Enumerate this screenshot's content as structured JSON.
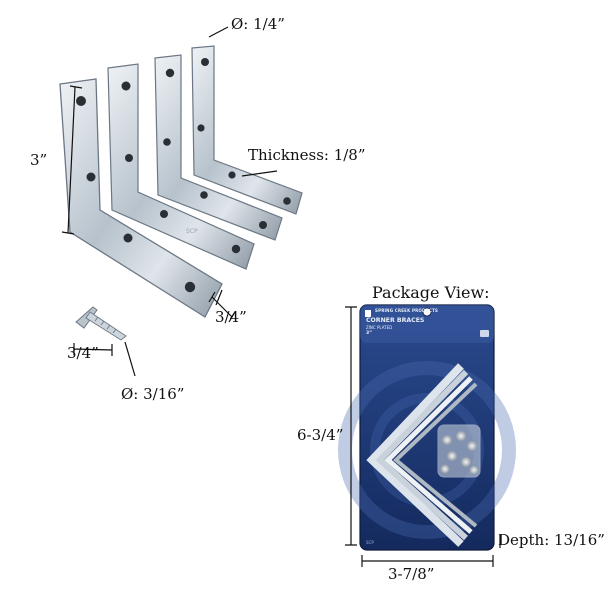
{
  "product_photo": {
    "dimensions": {
      "hole_diameter": "Ø: 1/4”",
      "thickness": "Thickness: 1/8”",
      "leg_height": "3”",
      "leg_width": "3/4”",
      "screw_length": "3/4”",
      "screw_diameter": "Ø: 3/16”"
    },
    "watermark": "SCP"
  },
  "package": {
    "title": "Package View:",
    "brand": "SPRING CREEK PRODUCTS",
    "product_name": "CORNER BRACES",
    "finish": "ZINC PLATED",
    "size": "3”",
    "code": "SCP",
    "dimensions": {
      "height": "6-3/4”",
      "width": "3-7/8”",
      "depth": "Depth: 13/16”"
    }
  },
  "colors": {
    "card_blue": "#1f3a78",
    "metal": "#c9d2db"
  }
}
